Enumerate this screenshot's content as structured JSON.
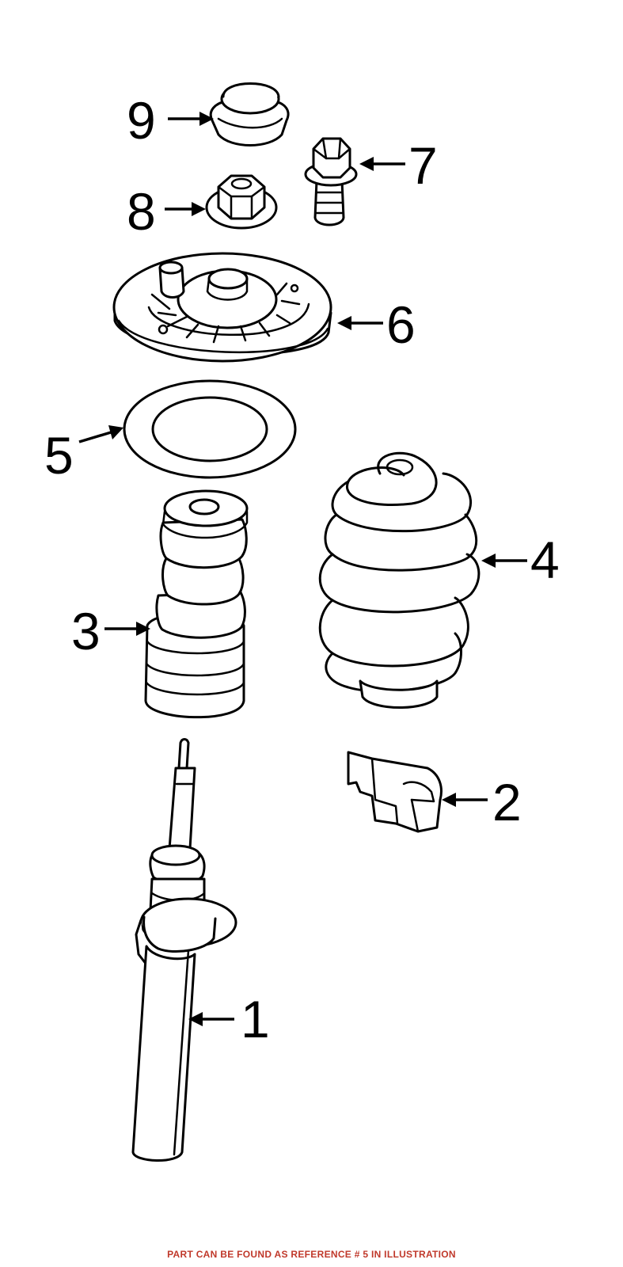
{
  "callouts": {
    "c1": "1",
    "c2": "2",
    "c3": "3",
    "c4": "4",
    "c5": "5",
    "c6": "6",
    "c7": "7",
    "c8": "8",
    "c9": "9"
  },
  "footer": {
    "text": "PART CAN BE FOUND AS REFERENCE # 5 IN ILLUSTRATION",
    "color": "#c0392b"
  }
}
